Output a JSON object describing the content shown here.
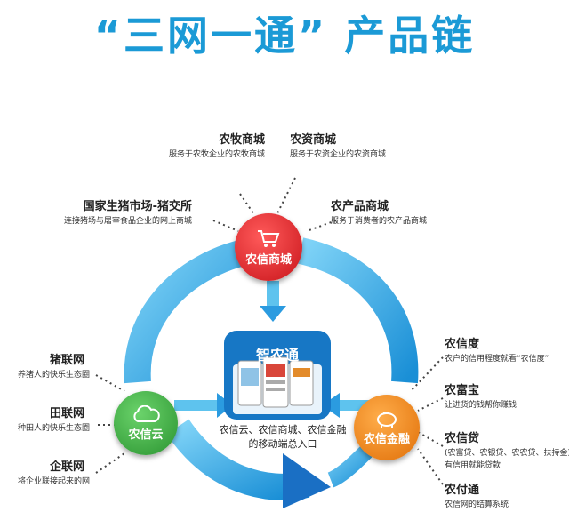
{
  "title": "“三网一通” 产品链",
  "hubs": {
    "shop": {
      "label": "农信商城",
      "color": "#e8242a",
      "icon": "shopping-cart-icon"
    },
    "cloud": {
      "label": "农信云",
      "color": "#3fae3f",
      "icon": "cloud-icon"
    },
    "finance": {
      "label": "农信金融",
      "color": "#f08a1c",
      "icon": "piggy-bank-icon"
    }
  },
  "center": {
    "title": "智农通",
    "caption_line1": "农信云、农信商城、农信金融",
    "caption_line2": "的移动端总入口"
  },
  "shop_items": [
    {
      "title": "农牧商城",
      "desc": "服务于农牧企业的农牧商城"
    },
    {
      "title": "农资商城",
      "desc": "服务于农资企业的农资商城"
    },
    {
      "title": "国家生猪市场-猪交所",
      "desc": "连接猪场与屠宰食品企业的网上商城"
    },
    {
      "title": "农产品商城",
      "desc": "服务于消费者的农产品商城"
    }
  ],
  "cloud_items": [
    {
      "title": "猪联网",
      "desc": "养猪人的快乐生态圈"
    },
    {
      "title": "田联网",
      "desc": "种田人的快乐生态圈"
    },
    {
      "title": "企联网",
      "desc": "将企业联接起来的网"
    }
  ],
  "finance_items": [
    {
      "title": "农信度",
      "desc": "农户的信用程度就看“农信度”"
    },
    {
      "title": "农富宝",
      "desc": "让进货的钱帮你赚钱"
    },
    {
      "title": "农信贷",
      "desc": "(农富贷、农银贷、农农贷、扶持金)",
      "desc2": "有信用就能贷款"
    },
    {
      "title": "农付通",
      "desc": "农信网的结算系统"
    }
  ]
}
